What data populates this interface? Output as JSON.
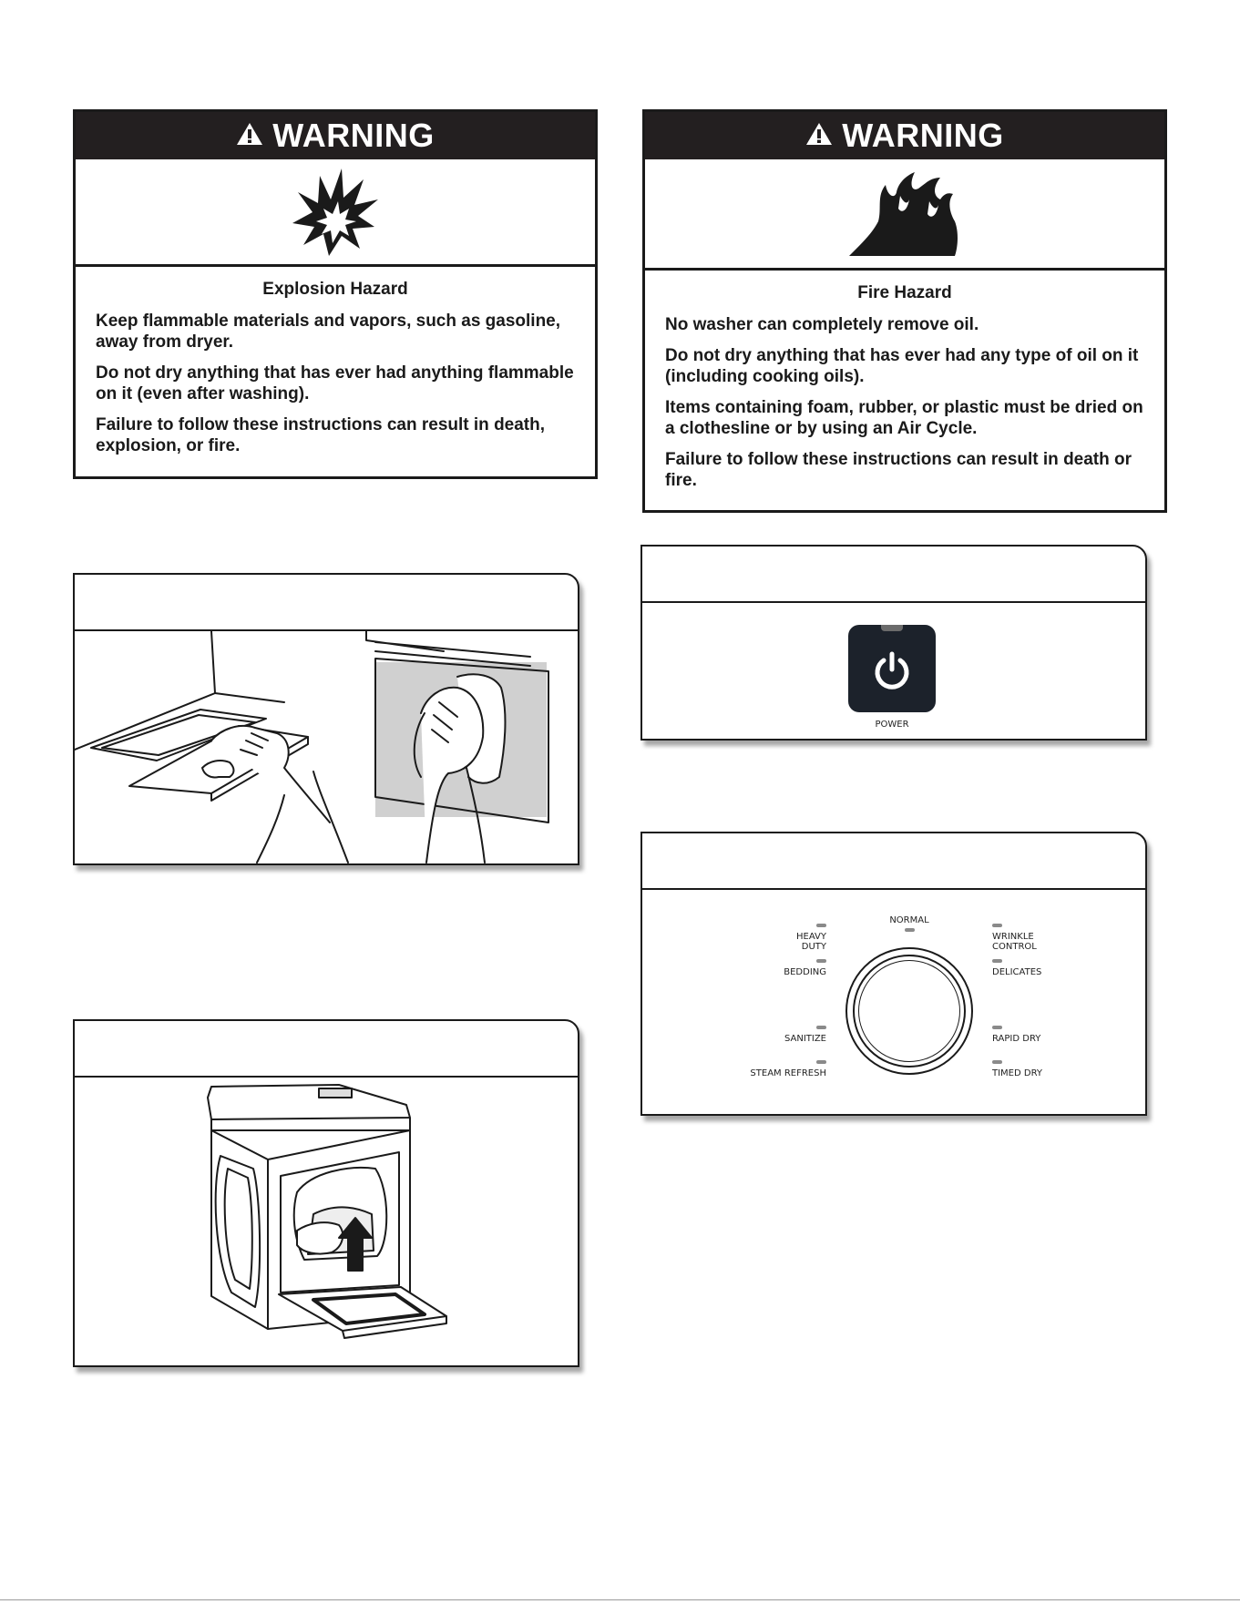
{
  "warnings": [
    {
      "header": "WARNING",
      "icon": "explosion-icon",
      "title": "Explosion Hazard",
      "paragraphs": [
        "Keep flammable materials and vapors, such as gasoline, away from dryer.",
        "Do not dry anything that has ever had anything flammable on it (even after washing).",
        "Failure to follow these instructions can result in death, explosion, or fire."
      ]
    },
    {
      "header": "WARNING",
      "icon": "fire-icon",
      "title": "Fire Hazard",
      "paragraphs": [
        "No washer can completely remove oil.",
        "Do not dry anything that has ever had any type of oil on it (including cooking oils).",
        "Items containing foam, rubber, or plastic must be dried on a clothesline or by using an Air Cycle.",
        "Failure to follow these instructions can result in death or fire."
      ]
    }
  ],
  "power_panel": {
    "button_label": "POWER"
  },
  "cycle_panel": {
    "labels": {
      "normal": "NORMAL",
      "heavy": "HEAVY",
      "duty": "DUTY",
      "bedding": "BEDDING",
      "sanitize": "SANITIZE",
      "steam_refresh": "STEAM REFRESH",
      "wrinkle": "WRINKLE",
      "control": "CONTROL",
      "delicates": "DELICATES",
      "rapid_dry": "RAPID DRY",
      "timed_dry": "TIMED DRY"
    }
  },
  "colors": {
    "warning_header": "#231f20",
    "power_button": "#1c222b",
    "led": "#8a8a8a"
  }
}
